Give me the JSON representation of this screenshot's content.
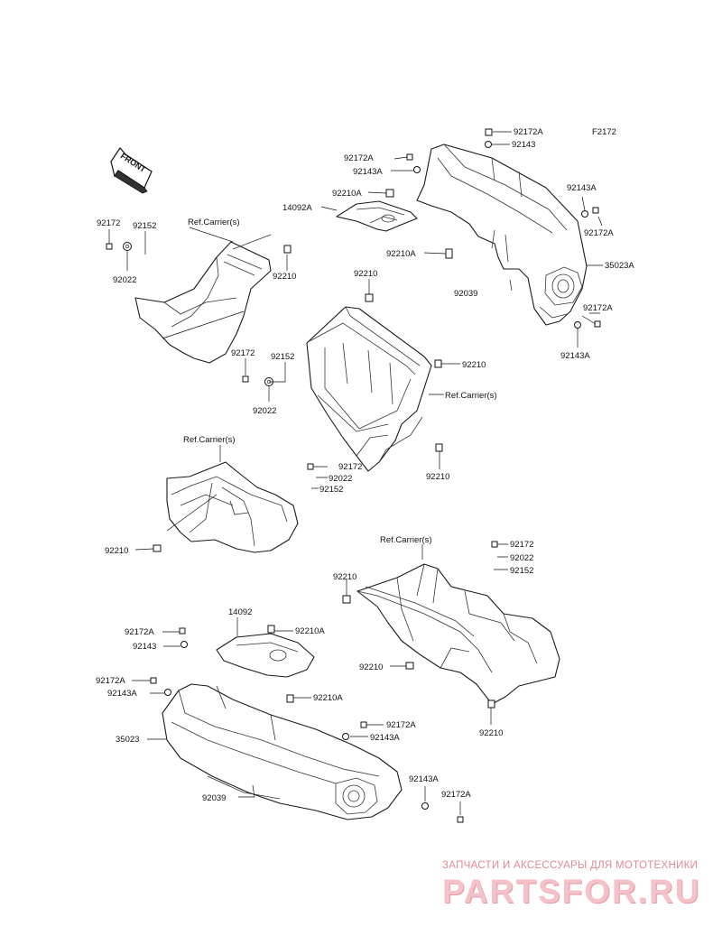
{
  "figure_code": "F2172",
  "front_label": "FRONT",
  "watermark": {
    "line1": "ЗАПЧАСТИ И АКСЕССУАРЫ ДЛЯ МОТОТЕХНИКИ",
    "logo": "PARTSFOR.RU"
  },
  "labels": {
    "l_92172A_a": "92172A",
    "l_92143_a": "92143",
    "l_92172A_b": "92172A",
    "l_92143A_b": "92143A",
    "l_92210A_a": "92210A",
    "l_14092A": "14092A",
    "l_92143A_c": "92143A",
    "l_92172A_c": "92172A",
    "l_92210A_b": "92210A",
    "l_35023A": "35023A",
    "l_92039_a": "92039",
    "l_92172A_d": "92172A",
    "l_92143A_d": "92143A",
    "l_92172_a": "92172",
    "l_92152_a": "92152",
    "l_ref_1": "Ref.Carrier(s)",
    "l_92022_a": "92022",
    "l_92210_a": "92210",
    "l_92210_b": "92210",
    "l_92172_b": "92172",
    "l_92152_b": "92152",
    "l_92210_c": "92210",
    "l_ref_2": "Ref.Carrier(s)",
    "l_92022_b": "92022",
    "l_92210_d": "92210",
    "l_ref_3": "Ref.Carrier(s)",
    "l_92172_c": "92172",
    "l_92022_c": "92022",
    "l_92152_c": "92152",
    "l_92210_e": "92210",
    "l_ref_4": "Ref.Carrier(s)",
    "l_92172_d": "92172",
    "l_92022_d": "92022",
    "l_92152_d": "92152",
    "l_92210_f": "92210",
    "l_92210_g": "92210",
    "l_92210_h": "92210",
    "l_14092": "14092",
    "l_92172A_e": "92172A",
    "l_92210A_c": "92210A",
    "l_92143_e": "92143",
    "l_92172A_f": "92172A",
    "l_92143A_f": "92143A",
    "l_92210A_d": "92210A",
    "l_92172A_g": "92172A",
    "l_35023": "35023",
    "l_92143A_g": "92143A",
    "l_92143A_h": "92143A",
    "l_92172A_h": "92172A",
    "l_92039_b": "92039"
  }
}
